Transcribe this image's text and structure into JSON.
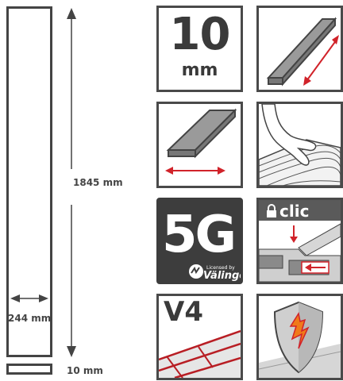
{
  "dimensions": {
    "length": "1845 mm",
    "width": "244 mm",
    "thickness": "10 mm"
  },
  "tiles": {
    "thickness_value": "10",
    "thickness_unit": "mm",
    "profile_brand": "5G",
    "licensed_text": "Licensed by",
    "licensor": "Välinge",
    "lock_label": "clic",
    "bevel_label": "V4"
  },
  "colors": {
    "accent": "#d1232a",
    "dark_tile": "#3d3d3d",
    "outline": "#444444"
  }
}
